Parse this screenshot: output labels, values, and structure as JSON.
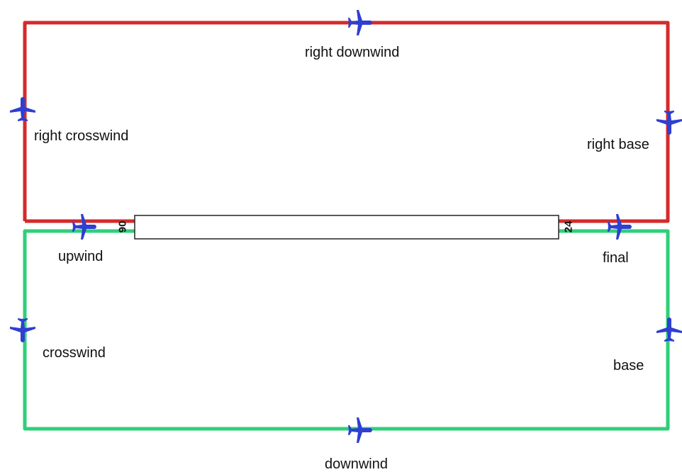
{
  "colors": {
    "right_pattern": "#d42a2a",
    "left_pattern": "#2fcf78",
    "aircraft": "#2e3fd1",
    "runway_stroke": "#222222",
    "text": "#111111"
  },
  "runway": {
    "end_left_number": "06",
    "end_right_number": "24"
  },
  "legs": {
    "right_downwind": "right downwind",
    "right_crosswind": "right crosswind",
    "right_base": "right base",
    "upwind": "upwind",
    "final": "final",
    "crosswind": "crosswind",
    "base": "base",
    "downwind": "downwind"
  },
  "aircraft": {
    "right_downwind": {
      "heading_deg": 90,
      "icon": "airplane-icon"
    },
    "right_crosswind": {
      "heading_deg": 0,
      "icon": "airplane-icon"
    },
    "right_base": {
      "heading_deg": 180,
      "icon": "airplane-icon"
    },
    "upwind": {
      "heading_deg": 90,
      "icon": "airplane-icon"
    },
    "final": {
      "heading_deg": 90,
      "icon": "airplane-icon"
    },
    "crosswind": {
      "heading_deg": 180,
      "icon": "airplane-icon"
    },
    "base": {
      "heading_deg": 0,
      "icon": "airplane-icon"
    },
    "downwind": {
      "heading_deg": 90,
      "icon": "airplane-icon"
    }
  }
}
